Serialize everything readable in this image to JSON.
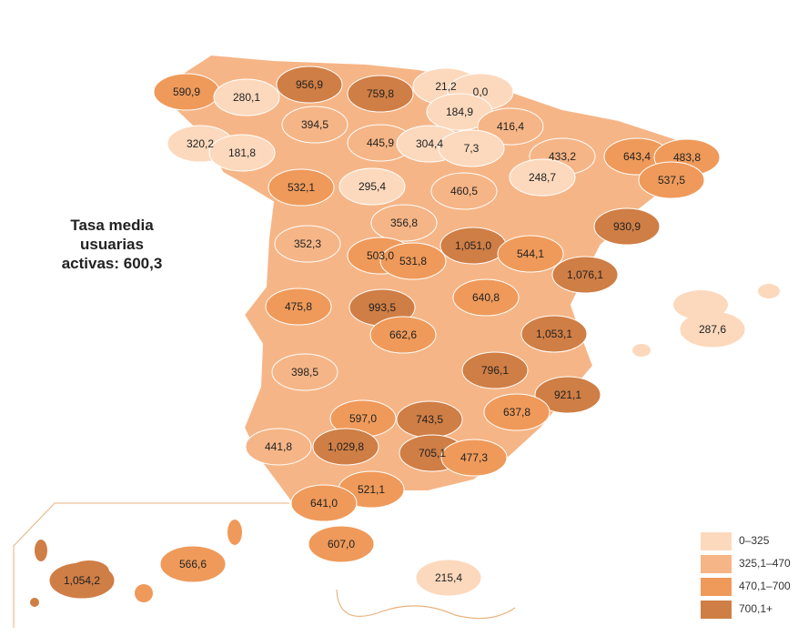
{
  "summary": {
    "line1": "Tasa media",
    "line2": "usuarias",
    "line3": "activas: 600,3"
  },
  "colors": {
    "background": "#ffffff",
    "bin_0_325": "#fcd9bd",
    "bin_325_470": "#f6b586",
    "bin_470_700": "#ef9a5a",
    "bin_700_plus": "#cf7e45",
    "border": "#ffffff",
    "inset_line": "#e7b27f",
    "label_text": "#222222"
  },
  "legend": {
    "items": [
      {
        "label": "0–325",
        "color": "#fcd9bd"
      },
      {
        "label": "325,1–470",
        "color": "#f6b586"
      },
      {
        "label": "470,1–700",
        "color": "#ef9a5a"
      },
      {
        "label": "700,1+",
        "color": "#cf7e45"
      }
    ]
  },
  "regions": [
    {
      "value": "590,9",
      "bin": 2
    },
    {
      "value": "280,1",
      "bin": 0
    },
    {
      "value": "956,9",
      "bin": 3
    },
    {
      "value": "759,8",
      "bin": 3
    },
    {
      "value": "21,2",
      "bin": 0
    },
    {
      "value": "0,0",
      "bin": 0
    },
    {
      "value": "184,9",
      "bin": 0
    },
    {
      "value": "394,5",
      "bin": 1
    },
    {
      "value": "416,4",
      "bin": 1
    },
    {
      "value": "320,2",
      "bin": 0
    },
    {
      "value": "181,8",
      "bin": 0
    },
    {
      "value": "445,9",
      "bin": 1
    },
    {
      "value": "304,4",
      "bin": 0
    },
    {
      "value": "7,3",
      "bin": 0
    },
    {
      "value": "433,2",
      "bin": 1
    },
    {
      "value": "643,4",
      "bin": 2
    },
    {
      "value": "483,8",
      "bin": 2
    },
    {
      "value": "537,5",
      "bin": 2
    },
    {
      "value": "532,1",
      "bin": 2
    },
    {
      "value": "295,4",
      "bin": 0
    },
    {
      "value": "460,5",
      "bin": 1
    },
    {
      "value": "248,7",
      "bin": 0
    },
    {
      "value": "930,9",
      "bin": 3
    },
    {
      "value": "356,8",
      "bin": 1
    },
    {
      "value": "352,3",
      "bin": 1
    },
    {
      "value": "503,0",
      "bin": 2
    },
    {
      "value": "531,8",
      "bin": 2
    },
    {
      "value": "1,051,0",
      "bin": 3
    },
    {
      "value": "544,1",
      "bin": 2
    },
    {
      "value": "1,076,1",
      "bin": 3
    },
    {
      "value": "475,8",
      "bin": 2
    },
    {
      "value": "993,5",
      "bin": 3
    },
    {
      "value": "640,8",
      "bin": 2
    },
    {
      "value": "287,6",
      "bin": 0
    },
    {
      "value": "1,053,1",
      "bin": 3
    },
    {
      "value": "662,6",
      "bin": 2
    },
    {
      "value": "398,5",
      "bin": 1
    },
    {
      "value": "796,1",
      "bin": 3
    },
    {
      "value": "921,1",
      "bin": 3
    },
    {
      "value": "597,0",
      "bin": 2
    },
    {
      "value": "743,5",
      "bin": 3
    },
    {
      "value": "637,8",
      "bin": 2
    },
    {
      "value": "441,8",
      "bin": 1
    },
    {
      "value": "1,029,8",
      "bin": 3
    },
    {
      "value": "705,1",
      "bin": 3
    },
    {
      "value": "477,3",
      "bin": 2
    },
    {
      "value": "521,1",
      "bin": 2
    },
    {
      "value": "641,0",
      "bin": 2
    },
    {
      "value": "607,0",
      "bin": 2
    },
    {
      "value": "566,6",
      "bin": 2
    },
    {
      "value": "1,054,2",
      "bin": 3
    },
    {
      "value": "215,4",
      "bin": 0
    }
  ]
}
